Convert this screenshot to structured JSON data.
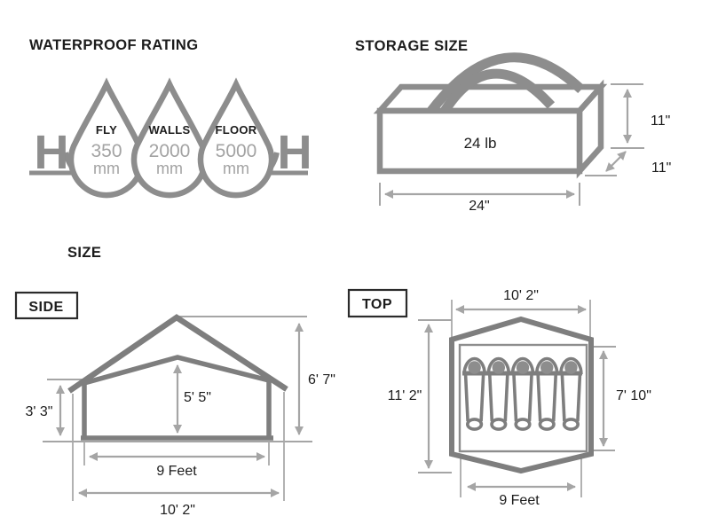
{
  "colors": {
    "structure_gray": "#7e7e7e",
    "outline_gray": "#8d8d8d",
    "dimension_gray": "#a5a5a5",
    "text_black": "#1c1c1c",
    "background": "#ffffff"
  },
  "waterproof": {
    "heading": "WATERPROOF RATING",
    "hydrostatic_symbol_left": "H",
    "hydrostatic_symbol_right": "H",
    "drops": [
      {
        "label": "FLY",
        "value": "350",
        "unit": "mm"
      },
      {
        "label": "WALLS",
        "value": "2000",
        "unit": "mm"
      },
      {
        "label": "FLOOR",
        "value": "5000",
        "unit": "mm"
      }
    ]
  },
  "storage": {
    "heading": "STORAGE SIZE",
    "weight": "24 lb",
    "width": "24\"",
    "height": "11\"",
    "depth": "11\""
  },
  "size": {
    "heading": "SIZE",
    "side_view": {
      "label": "SIDE",
      "peak_height": "6' 7\"",
      "center_height": "5' 5\"",
      "wall_height": "3' 3\"",
      "floor_width": "9 Feet",
      "overall_width": "10' 2\""
    },
    "top_view": {
      "label": "TOP",
      "overall_width": "10' 2\"",
      "overall_length": "11' 2\"",
      "floor_length": "7' 10\"",
      "floor_width": "9 Feet",
      "sleeper_count": 5
    }
  }
}
